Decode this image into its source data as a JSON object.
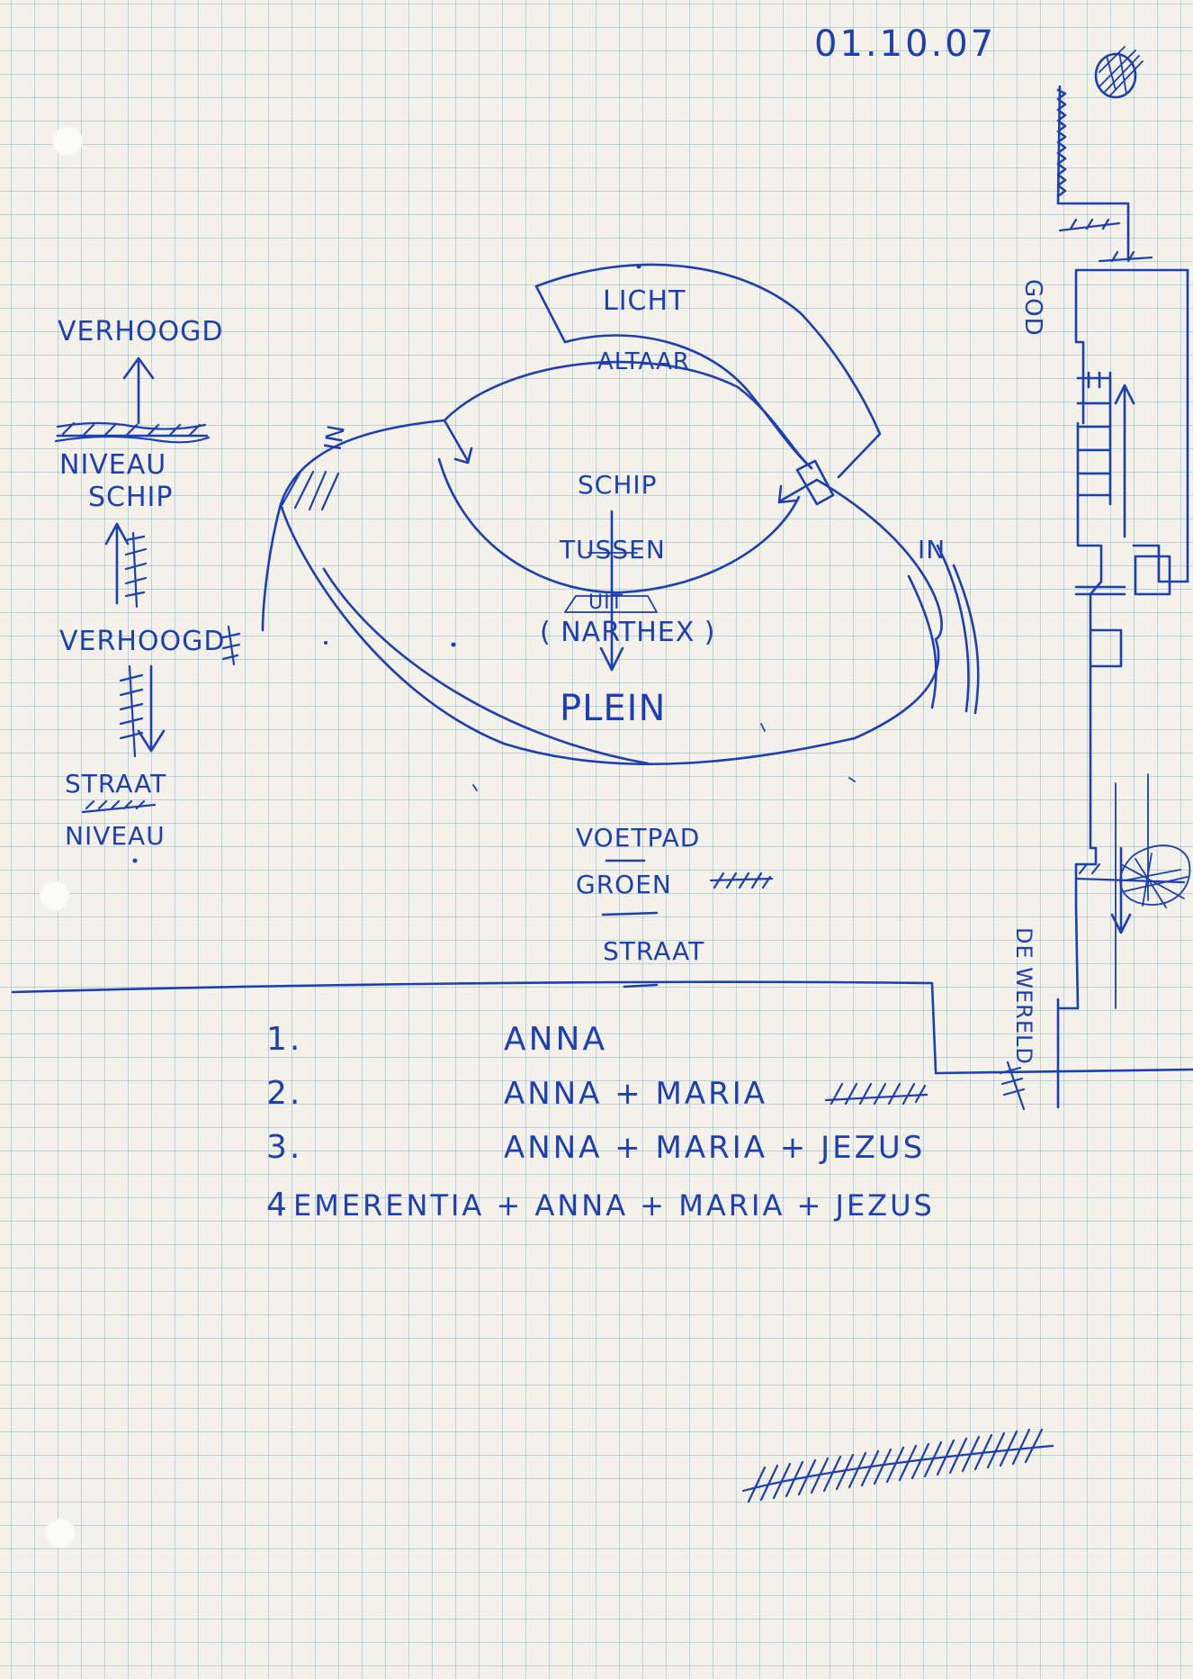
{
  "date": "01.10.07",
  "left_legend": {
    "top": "VERHOOGD",
    "level_line1": "NIVEAU",
    "level_line2": "SCHIP",
    "middle": "VERHOOGD",
    "bottom_line1": "STRAAT",
    "bottom_line2": "NIVEAU"
  },
  "plan": {
    "light": "LICHT",
    "altar": "ALTAAR",
    "entrance_left": "IN",
    "entrance_right": "IN",
    "nave": "SCHIP",
    "between": "TUSSEN",
    "exit": "UIT",
    "narthex": "( NARTHEX )",
    "square": "PLEIN",
    "footpath": "VOETPAD",
    "green": "GROEN",
    "street": "STRAAT",
    "side_label_top": "GOD",
    "side_label_bottom": "DE WERELD"
  },
  "list": [
    {
      "num": "1.",
      "text": "ANNA"
    },
    {
      "num": "2.",
      "text": "ANNA + MARIA"
    },
    {
      "num": "3.",
      "text": "ANNA + MARIA + JEZUS"
    },
    {
      "num": "4",
      "text": "EMERENTIA + ANNA + MARIA + JEZUS"
    }
  ],
  "colors": {
    "ink": "#1d3fb4",
    "grid": "#5fa0c8",
    "paper": "#f3f1ea"
  }
}
